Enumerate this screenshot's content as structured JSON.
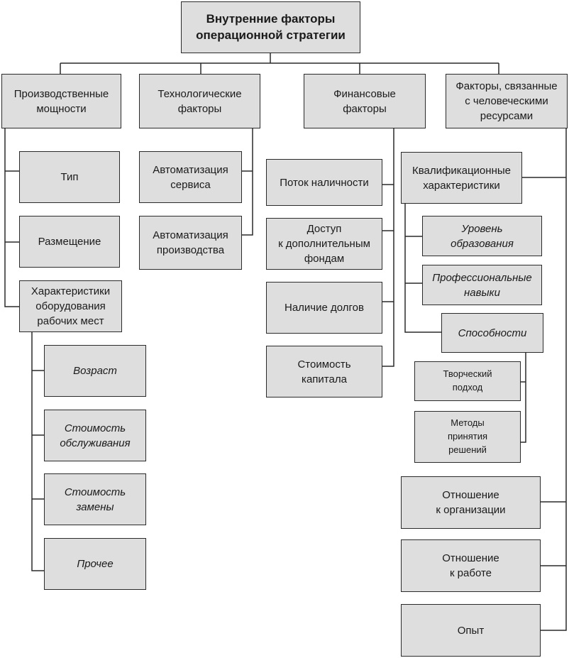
{
  "title": "Внутренние факторы\nоперационной стратегии",
  "categories": {
    "production": "Производственные\nмощности",
    "technology": "Технологические\nфакторы",
    "finance": "Финансовые\nфакторы",
    "human": "Факторы, связанные\nс человеческими\nресурсами"
  },
  "production_items": {
    "type": "Тип",
    "placement": "Размещение",
    "equipment": "Характеристики\nоборудования\nрабочих мест"
  },
  "equipment_items": {
    "age": "Возраст",
    "maintenance_cost": "Стоимость\nобслуживания",
    "replacement_cost": "Стоимость\nзамены",
    "other": "Прочее"
  },
  "technology_items": {
    "service_automation": "Автоматизация\nсервиса",
    "production_automation": "Автоматизация\nпроизводства"
  },
  "finance_items": {
    "cash_flow": "Поток  наличности",
    "additional_funds": "Доступ\nк дополнительным\nфондам",
    "debts": "Наличие долгов",
    "capital_cost": "Стоимость\nкапитала"
  },
  "human_items": {
    "qualification": "Квалификационные\nхарактеристики",
    "attitude_org": "Отношение\nк организации",
    "attitude_work": "Отношение\nк работе",
    "experience": "Опыт"
  },
  "qualification_items": {
    "education": "Уровень\nобразования",
    "skills": "Профессиональные\nнавыки",
    "abilities": "Способности"
  },
  "abilities_items": {
    "creative": "Творческий\nподход",
    "decision_methods": "Методы\nпринятия\nрешений"
  }
}
